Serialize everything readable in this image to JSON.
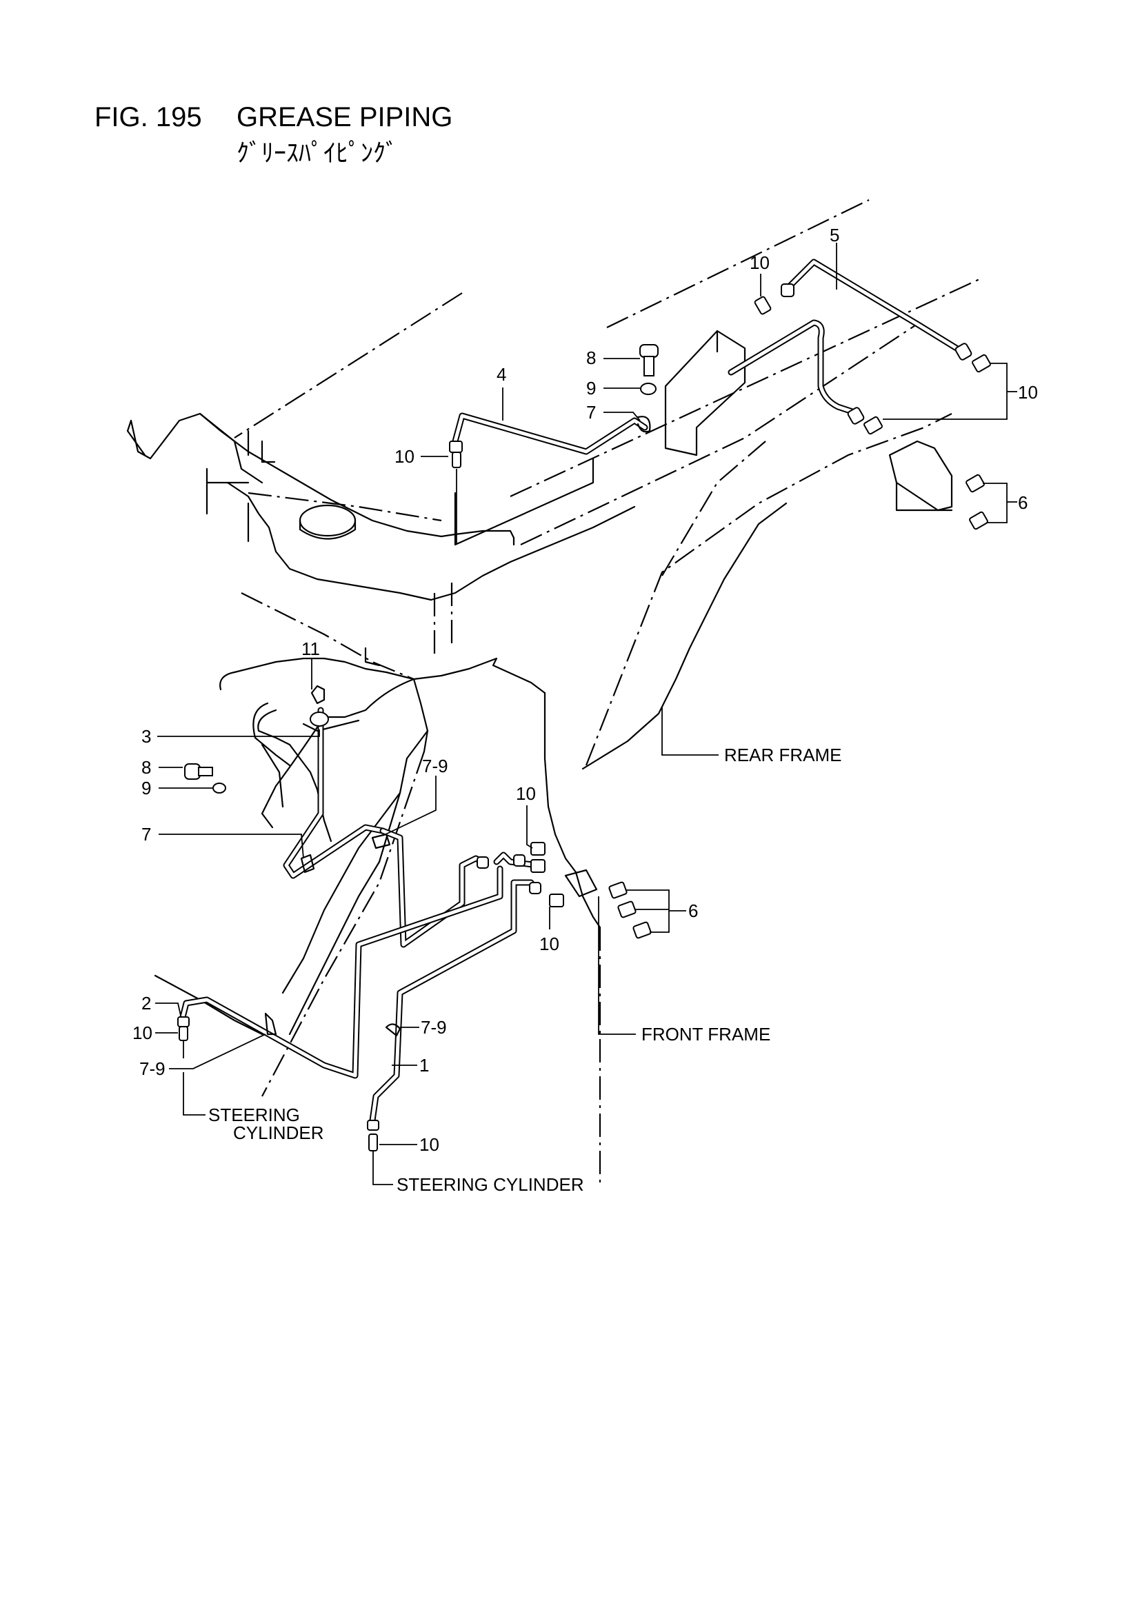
{
  "figure": {
    "number": "FIG. 195",
    "title": "GREASE PIPING",
    "title_jp": "ｸﾞﾘｰｽﾊﾟｲﾋﾟﾝｸﾞ"
  },
  "callouts": {
    "p1": "1",
    "p2": "2",
    "p3": "3",
    "p4": "4",
    "p5": "5",
    "p6a": "6",
    "p6b": "6",
    "p7a": "7",
    "p7b": "7",
    "p79a": "7-9",
    "p79b": "7-9",
    "p79c": "7-9",
    "p8a": "8",
    "p8b": "8",
    "p9a": "9",
    "p9b": "9",
    "p10a": "10",
    "p10b": "10",
    "p10c": "10",
    "p10d": "10",
    "p10e": "10",
    "p10f": "10",
    "p10g": "10",
    "p11": "11"
  },
  "labels": {
    "rear_frame": "REAR FRAME",
    "front_frame": "FRONT FRAME",
    "steering_cylinder_left_1": "STEERING",
    "steering_cylinder_left_2": "CYLINDER",
    "steering_cylinder_bottom": "STEERING CYLINDER"
  }
}
